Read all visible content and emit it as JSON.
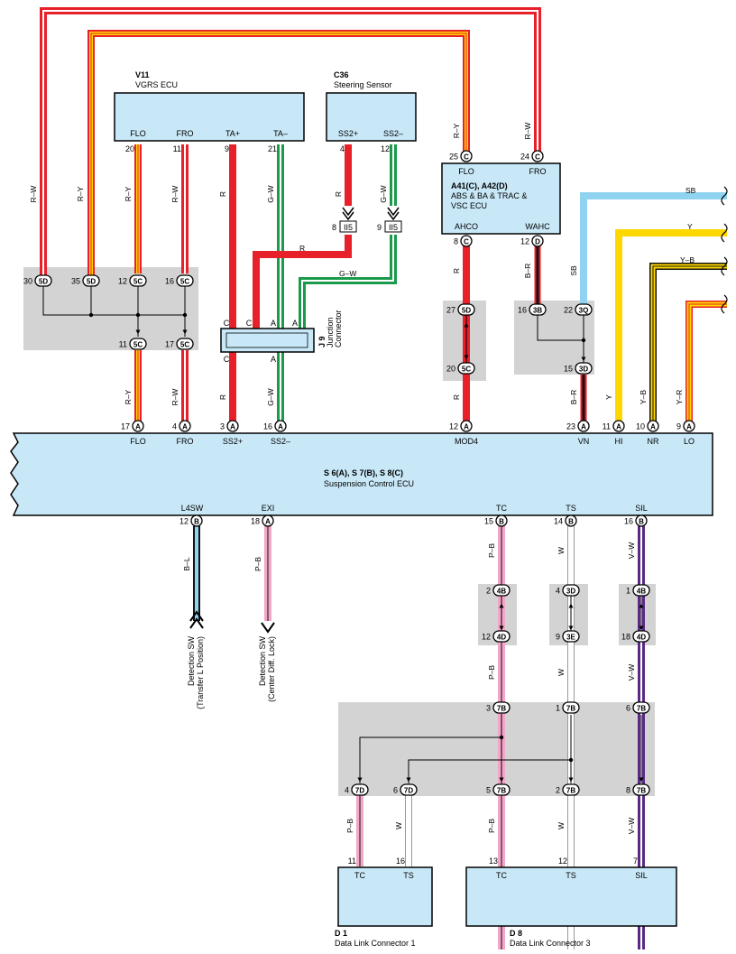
{
  "components": {
    "v11": {
      "id": "V11",
      "name": "VGRS ECU",
      "terminals": [
        "FLO",
        "FRO",
        "TA+",
        "TA–"
      ],
      "pins": [
        "20",
        "11",
        "9",
        "21"
      ]
    },
    "c36": {
      "id": "C36",
      "name": "Steering Sensor",
      "terminals": [
        "SS2+",
        "SS2–"
      ],
      "pins": [
        "4",
        "12"
      ]
    },
    "abs": {
      "id": "A41(C), A42(D)",
      "line1": "ABS & BA & TRAC &",
      "line2": "VSC ECU",
      "top_terminals": [
        "FLO",
        "FRO"
      ],
      "top_pins": [
        "25",
        "24"
      ],
      "bottom_terminals": [
        "AHCO",
        "WAHC"
      ],
      "bottom_pins": [
        "8",
        "12"
      ]
    },
    "j9": {
      "id": "J 9",
      "name": "Junction",
      "name2": "Connector"
    },
    "suspension": {
      "id": "S 6(A), S 7(B), S 8(C)",
      "name": "Suspension Control ECU",
      "top_terminals": [
        "FLO",
        "FRO",
        "SS2+",
        "SS2–",
        "MOD4",
        "VN",
        "HI",
        "NR",
        "LO"
      ],
      "top_pins": [
        "17",
        "4",
        "3",
        "16",
        "12",
        "23",
        "11",
        "10",
        "9"
      ],
      "bottom_terminals": [
        "L4SW",
        "EXI",
        "TC",
        "TS",
        "SIL"
      ],
      "bottom_pins": [
        "12",
        "18",
        "15",
        "14",
        "16"
      ]
    },
    "d1": {
      "id": "D 1",
      "name": "Data Link Connector 1",
      "terminals": [
        "TC",
        "TS"
      ],
      "pins": [
        "11",
        "16"
      ]
    },
    "d8": {
      "id": "D 8",
      "name": "Data Link Connector 3",
      "terminals": [
        "TC",
        "TS",
        "SIL"
      ],
      "pins": [
        "13",
        "12",
        "7"
      ]
    }
  },
  "connectors": {
    "junction_top": [
      {
        "pin": "30",
        "code": "5D"
      },
      {
        "pin": "35",
        "code": "5D"
      },
      {
        "pin": "12",
        "code": "5C"
      },
      {
        "pin": "16",
        "code": "5C"
      }
    ],
    "junction_bottom": [
      {
        "pin": "11",
        "code": "5C"
      },
      {
        "pin": "17",
        "code": "5C"
      }
    ],
    "ii5": [
      {
        "pin": "8",
        "code": "II5"
      },
      {
        "pin": "9",
        "code": "II5"
      }
    ],
    "j9_letters_top": [
      "C",
      "C",
      "A",
      "A"
    ],
    "j9_letters_bottom": [
      "C",
      "A"
    ],
    "mod4": [
      {
        "pin": "27",
        "code": "5D"
      },
      {
        "pin": "20",
        "code": "5C"
      }
    ],
    "vn": [
      {
        "pin": "16",
        "code": "3B"
      },
      {
        "pin": "22",
        "code": "3Q"
      },
      {
        "pin": "15",
        "code": "3D"
      }
    ],
    "abs_top": [
      {
        "pin": "25",
        "code": "C"
      },
      {
        "pin": "24",
        "code": "C"
      }
    ],
    "abs_bottom": [
      {
        "pin": "8",
        "code": "C"
      },
      {
        "pin": "12",
        "code": "D"
      }
    ],
    "ecu_top_codes": [
      "A",
      "A",
      "A",
      "A",
      "A",
      "A",
      "A",
      "A",
      "A"
    ],
    "ecu_bottom_codes": [
      "B",
      "A",
      "B",
      "B",
      "B"
    ],
    "tc_chain": [
      {
        "pin": "2",
        "code": "4B"
      },
      {
        "pin": "12",
        "code": "4D"
      }
    ],
    "ts_chain": [
      {
        "pin": "4",
        "code": "3D"
      },
      {
        "pin": "9",
        "code": "3E"
      }
    ],
    "sil_chain": [
      {
        "pin": "1",
        "code": "4B"
      },
      {
        "pin": "18",
        "code": "4D"
      }
    ],
    "dl_top": [
      {
        "pin": "3",
        "code": "7B"
      },
      {
        "pin": "1",
        "code": "7B"
      },
      {
        "pin": "6",
        "code": "7B"
      }
    ],
    "dl_bottom": [
      {
        "pin": "4",
        "code": "7D"
      },
      {
        "pin": "6",
        "code": "7D"
      },
      {
        "pin": "5",
        "code": "7B"
      },
      {
        "pin": "2",
        "code": "7B"
      },
      {
        "pin": "8",
        "code": "7B"
      }
    ]
  },
  "wire_colors": {
    "RW": "R–W",
    "RY": "R–Y",
    "R": "R",
    "GW": "G–W",
    "SB": "SB",
    "Y": "Y",
    "YB": "Y–B",
    "YR": "Y–R",
    "BR": "B–R",
    "BL": "B–L",
    "PB": "P–B",
    "W": "W",
    "VW": "V–W"
  },
  "offpage": {
    "l4sw_line1": "Detection SW",
    "l4sw_line2": "(Transfer L Position)",
    "exi_line1": "Detection SW",
    "exi_line2": "(Center Diff. Lock)"
  },
  "colors": {
    "red": "#e8202a",
    "green": "#1a9a4a",
    "yellow": "#ffd700",
    "sky": "#8fd3f0",
    "pink": "#f4a6c8",
    "violet": "#5b2a86",
    "ecu_fill": "#c8e8f8",
    "junction_fill": "#d3d3d3"
  }
}
